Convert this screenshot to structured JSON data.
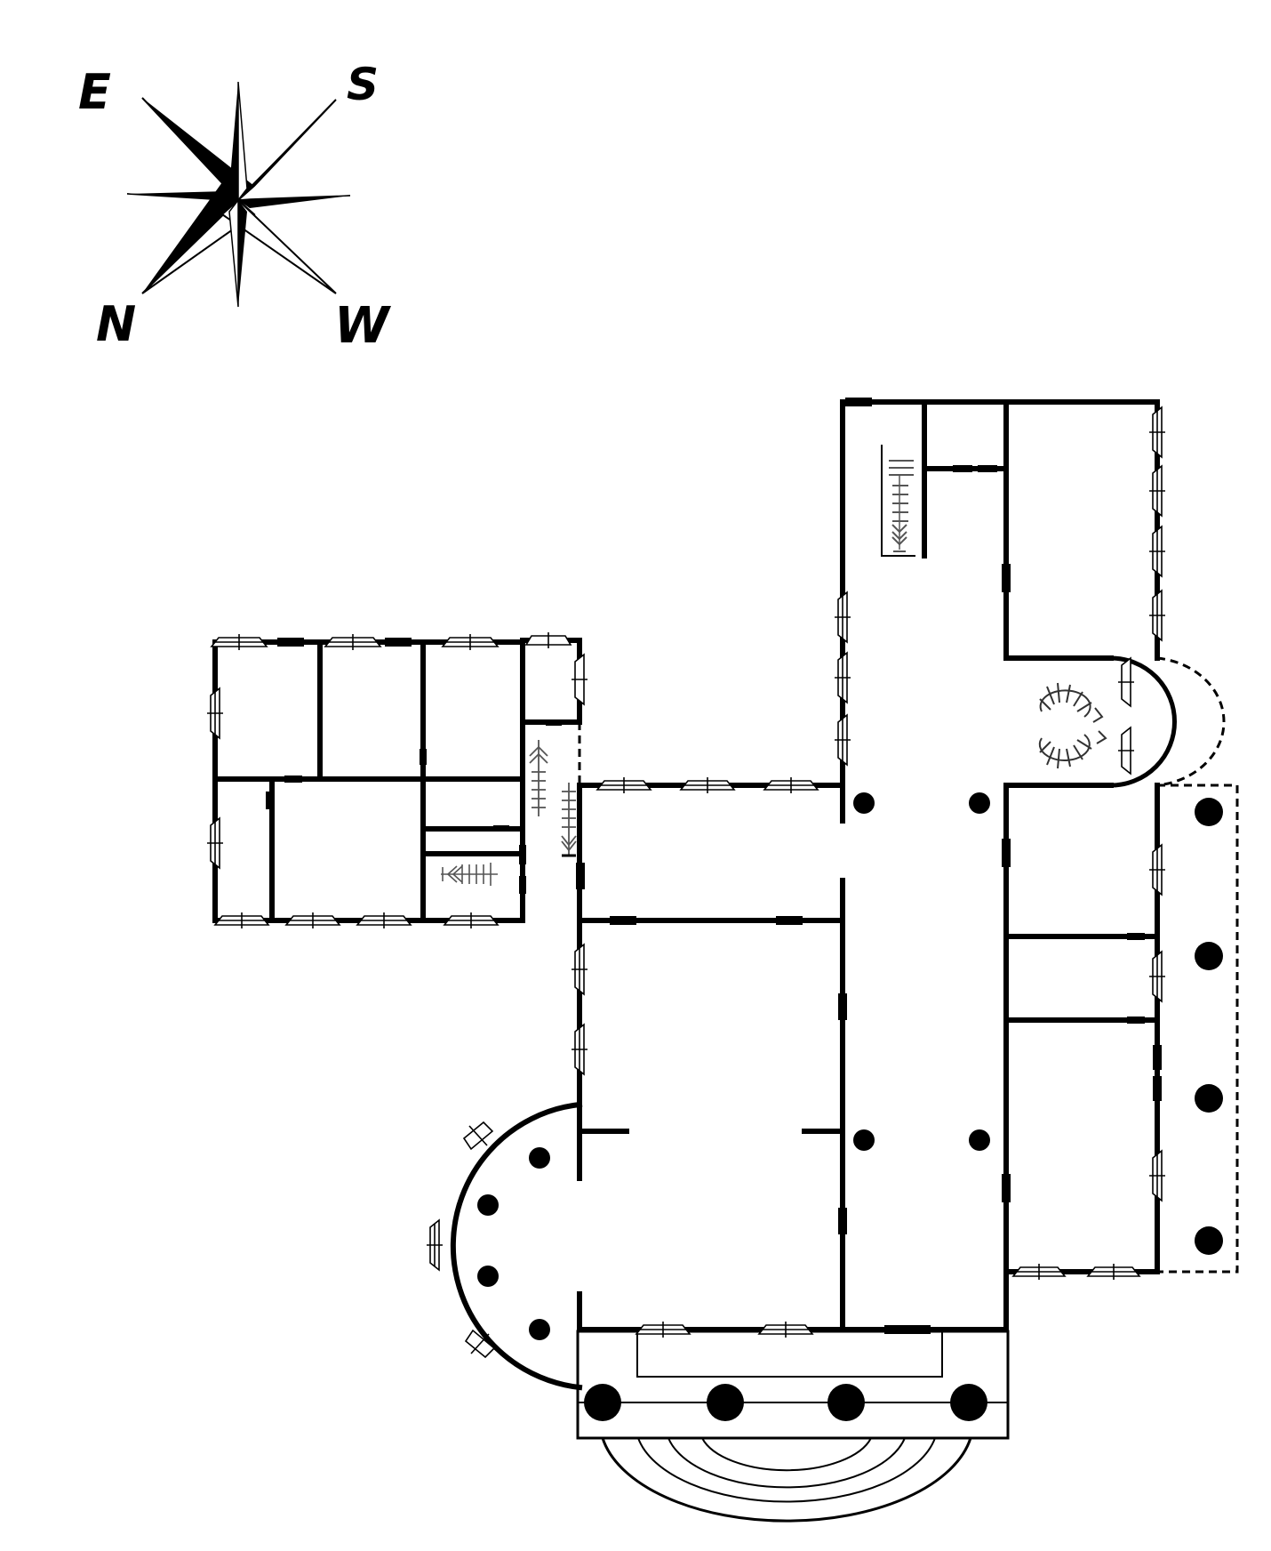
{
  "compass": {
    "east": "E",
    "south": "S",
    "north": "N",
    "west": "W"
  },
  "colors": {
    "ink": "#000000",
    "paper": "#ffffff",
    "stair": "#555555"
  },
  "icons": [
    "compass-rose-icon",
    "window-icon",
    "door-icon",
    "column-icon",
    "straight-stair-icon",
    "spiral-stair-icon"
  ]
}
